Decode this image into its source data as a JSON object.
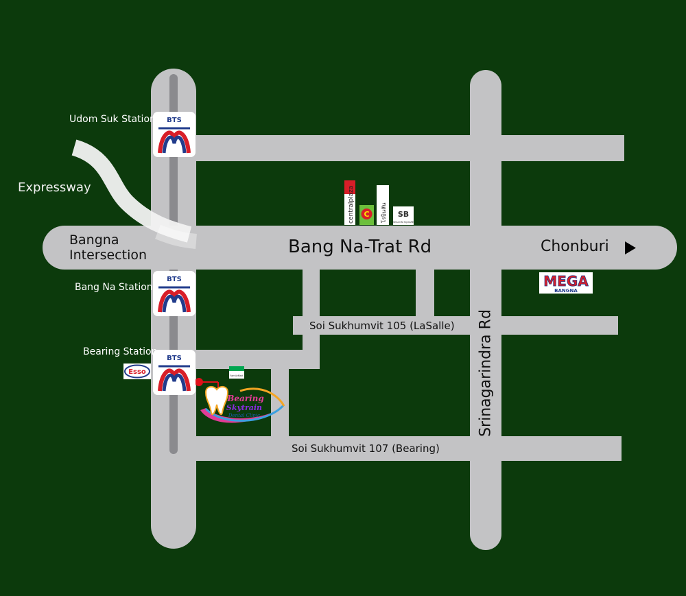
{
  "map": {
    "roads": {
      "main": "Bang Na-Trat Rd",
      "cross": "Srinagarindra Rd",
      "soi105": "Soi Sukhumvit 105 (LaSalle)",
      "soi107": "Soi Sukhumvit 107 (Bearing)"
    },
    "places": {
      "expressway": "Expressway",
      "intersection_line1": "Bangna",
      "intersection_line2": "Intersection",
      "destination": "Chonburi"
    },
    "stations": [
      {
        "name": "Udom Suk Station",
        "badge": "BTS"
      },
      {
        "name": "Bang Na Station",
        "badge": "BTS"
      },
      {
        "name": "Bearing Station",
        "badge": "BTS"
      }
    ],
    "landmarks": {
      "mega_logo": "MEGA",
      "mega_sub": "BANGNA",
      "esso_logo": "Esso",
      "central_plaza": "centralplaza",
      "bigc": "C",
      "robinson": "โรบินสัน",
      "seacon": "SB",
      "seacon_sub": "SEACON SQUARE",
      "familymart": "FamilyMart"
    },
    "clinic": {
      "line1": "Bearing",
      "line2": "Skytrain",
      "line3": "Dental Clinic"
    },
    "colors": {
      "background": "#0c3a0c",
      "road": "#c3c3c5",
      "bts_track": "#8a8a8e",
      "bts_red": "#d81e28",
      "bts_blue": "#223c8c",
      "marker": "#e0101a"
    },
    "icons": {
      "arrow": "play-arrow-icon",
      "marker": "location-dot-icon"
    }
  }
}
